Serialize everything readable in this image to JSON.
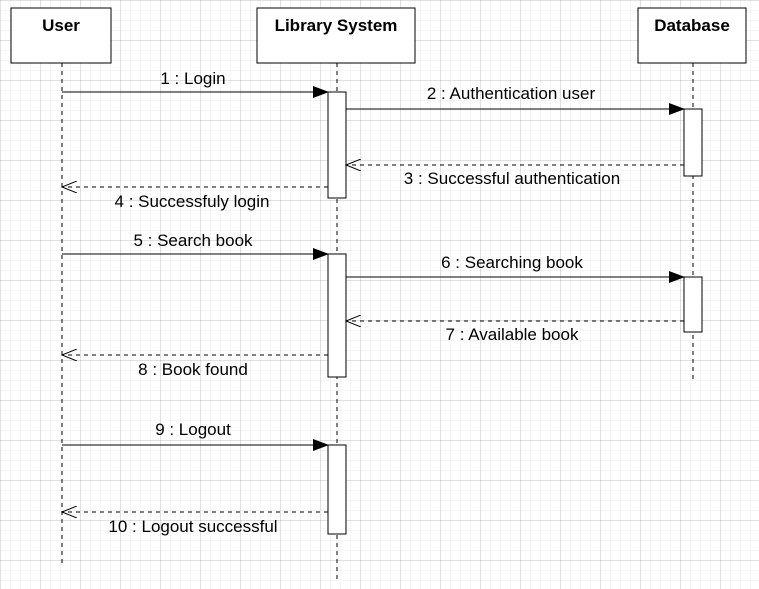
{
  "participants": [
    {
      "id": "user",
      "name": "User"
    },
    {
      "id": "library",
      "name": "Library System"
    },
    {
      "id": "database",
      "name": "Database"
    }
  ],
  "messages": [
    {
      "n": 1,
      "label": "1 : Login",
      "from": "user",
      "to": "library",
      "kind": "sync"
    },
    {
      "n": 2,
      "label": "2 : Authentication user",
      "from": "library",
      "to": "database",
      "kind": "sync"
    },
    {
      "n": 3,
      "label": "3 : Successful authentication",
      "from": "database",
      "to": "library",
      "kind": "return"
    },
    {
      "n": 4,
      "label": "4 : Successfuly login",
      "from": "library",
      "to": "user",
      "kind": "return"
    },
    {
      "n": 5,
      "label": "5 : Search book",
      "from": "user",
      "to": "library",
      "kind": "sync"
    },
    {
      "n": 6,
      "label": "6 : Searching book",
      "from": "library",
      "to": "database",
      "kind": "sync"
    },
    {
      "n": 7,
      "label": "7 : Available book",
      "from": "database",
      "to": "library",
      "kind": "return"
    },
    {
      "n": 8,
      "label": "8 : Book found",
      "from": "library",
      "to": "user",
      "kind": "return"
    },
    {
      "n": 9,
      "label": "9 : Logout",
      "from": "user",
      "to": "library",
      "kind": "sync"
    },
    {
      "n": 10,
      "label": "10 : Logout successful",
      "from": "library",
      "to": "user",
      "kind": "return"
    }
  ],
  "colors": {
    "line": "#000000",
    "box_fill": "#ffffff"
  }
}
